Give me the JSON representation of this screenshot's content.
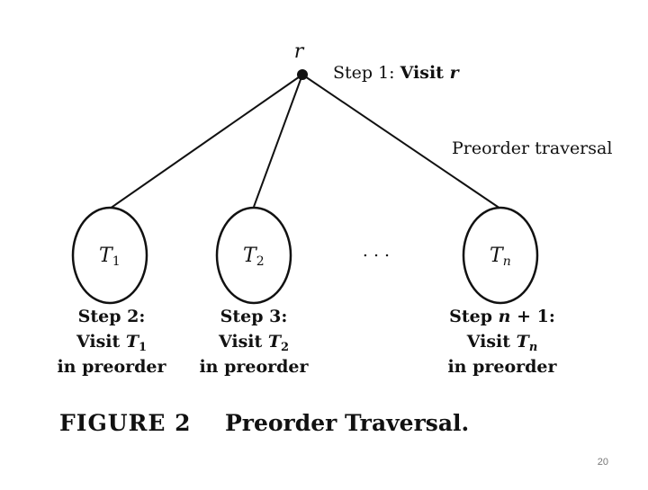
{
  "diagram": {
    "root": {
      "label": "r",
      "step_prefix": "Step 1: ",
      "step_action": "Visit ",
      "step_var": "r"
    },
    "traversal_label": "Preorder traversal",
    "ellipsis": ". . .",
    "subtrees": [
      {
        "label_main": "T",
        "label_sub": "1",
        "step_line1": "Step 2:",
        "step_action": "Visit ",
        "step_var": "T",
        "step_var_sub": "1",
        "step_line3": "in preorder"
      },
      {
        "label_main": "T",
        "label_sub": "2",
        "step_line1": "Step 3:",
        "step_action": "Visit ",
        "step_var": "T",
        "step_var_sub": "2",
        "step_line3": "in preorder"
      },
      {
        "label_main": "T",
        "label_sub": "n",
        "step_line1_prefix": "Step ",
        "step_line1_var": "n",
        "step_line1_suffix": " + 1:",
        "step_action": "Visit ",
        "step_var": "T",
        "step_var_sub": "n",
        "step_line3": "in preorder"
      }
    ]
  },
  "caption": {
    "label": "FIGURE 2",
    "title": "Preorder Traversal."
  },
  "page_number": "20",
  "colors": {
    "ink": "#111111",
    "page_number": "#777777",
    "background": "#ffffff"
  }
}
